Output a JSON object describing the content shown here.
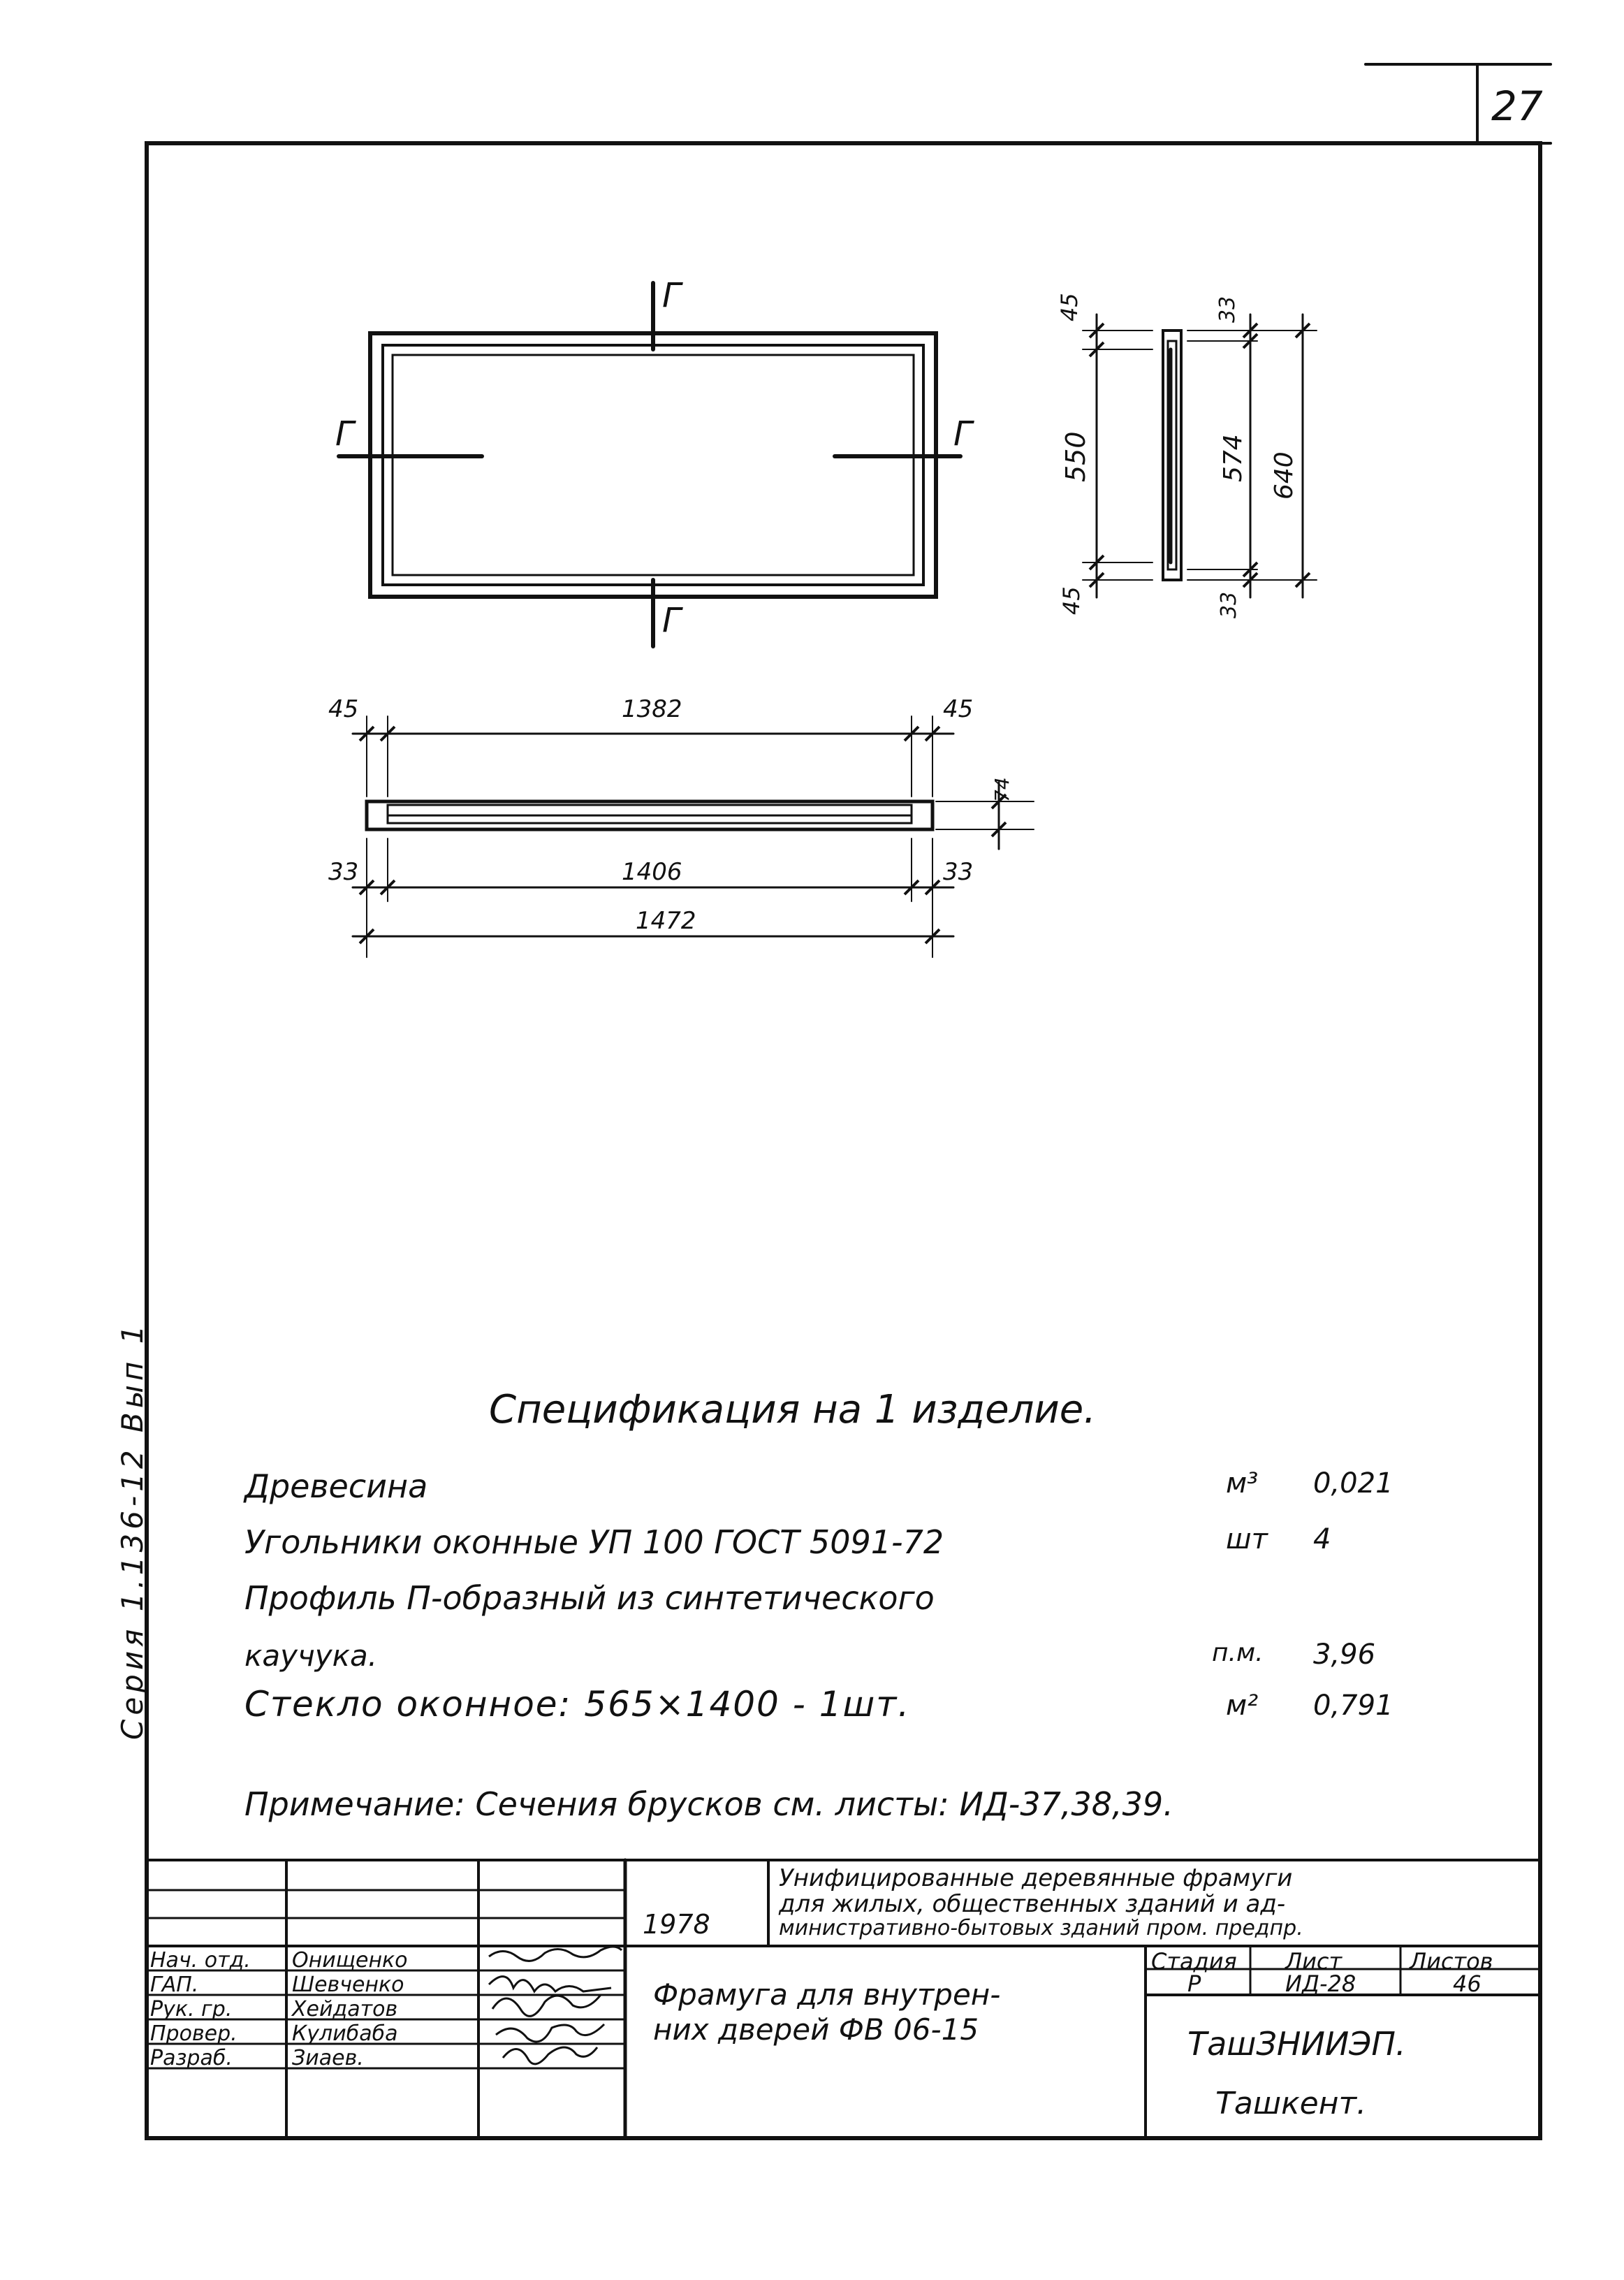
{
  "sheet": {
    "number": "27",
    "side_stamp": "Серия 1.136-12 Вып 1"
  },
  "drawing": {
    "section_mark": "Г",
    "right_view": {
      "dim_top_left": "45",
      "dim_mid_left": "550",
      "dim_bot_left": "45",
      "dim_top_right": "33",
      "dim_mid_right": "574",
      "dim_total_right": "640",
      "dim_bot_right": "33"
    },
    "bottom_view": {
      "dim_left_top": "45",
      "dim_inner": "1382",
      "dim_right_top": "45",
      "dim_thickness": "74",
      "dim_left_bot": "33",
      "dim_glass": "1406",
      "dim_right_bot": "33",
      "dim_total": "1472"
    }
  },
  "spec": {
    "title": "Спецификация на 1 изделие.",
    "rows": [
      {
        "name": "Древесина",
        "unit": "м³",
        "qty": "0,021"
      },
      {
        "name": "Угольники оконные УП 100 ГОСТ 5091-72",
        "unit": "шт",
        "qty": "4"
      },
      {
        "name": "Профиль П-образный из синтетического",
        "unit": "",
        "qty": ""
      },
      {
        "name": "каучука.",
        "unit": "п.м.",
        "qty": "3,96"
      },
      {
        "name": "Стекло оконное: 565×1400 - 1шт.",
        "unit": "м²",
        "qty": "0,791"
      }
    ],
    "note": "Примечание: Сечения брусков см. листы: ИД-37,38,39."
  },
  "title_block": {
    "year": "1978",
    "project_title": [
      "Унифицированные деревянные фрамуги",
      "для жилых, общественных зданий и ад-",
      "министративно-бытовых зданий пром. предпр."
    ],
    "drawing_title": [
      "Фрамуга для внутрен-",
      "них дверей ФВ 06-15"
    ],
    "stage_label": "Стадия",
    "sheet_label": "Лист",
    "sheets_label": "Листов",
    "stage": "Р",
    "sheet": "ИД-28",
    "sheets": "46",
    "org": "ТашЗНИИЭП.",
    "city": "Ташкент.",
    "people": [
      {
        "role": "Нач. отд.",
        "name": "Онищенко"
      },
      {
        "role": "ГАП.",
        "name": "Шевченко"
      },
      {
        "role": "Рук. гр.",
        "name": "Хейдатов"
      },
      {
        "role": "Провер.",
        "name": "Кулибаба"
      },
      {
        "role": "Разраб.",
        "name": "Зиаев."
      }
    ]
  }
}
